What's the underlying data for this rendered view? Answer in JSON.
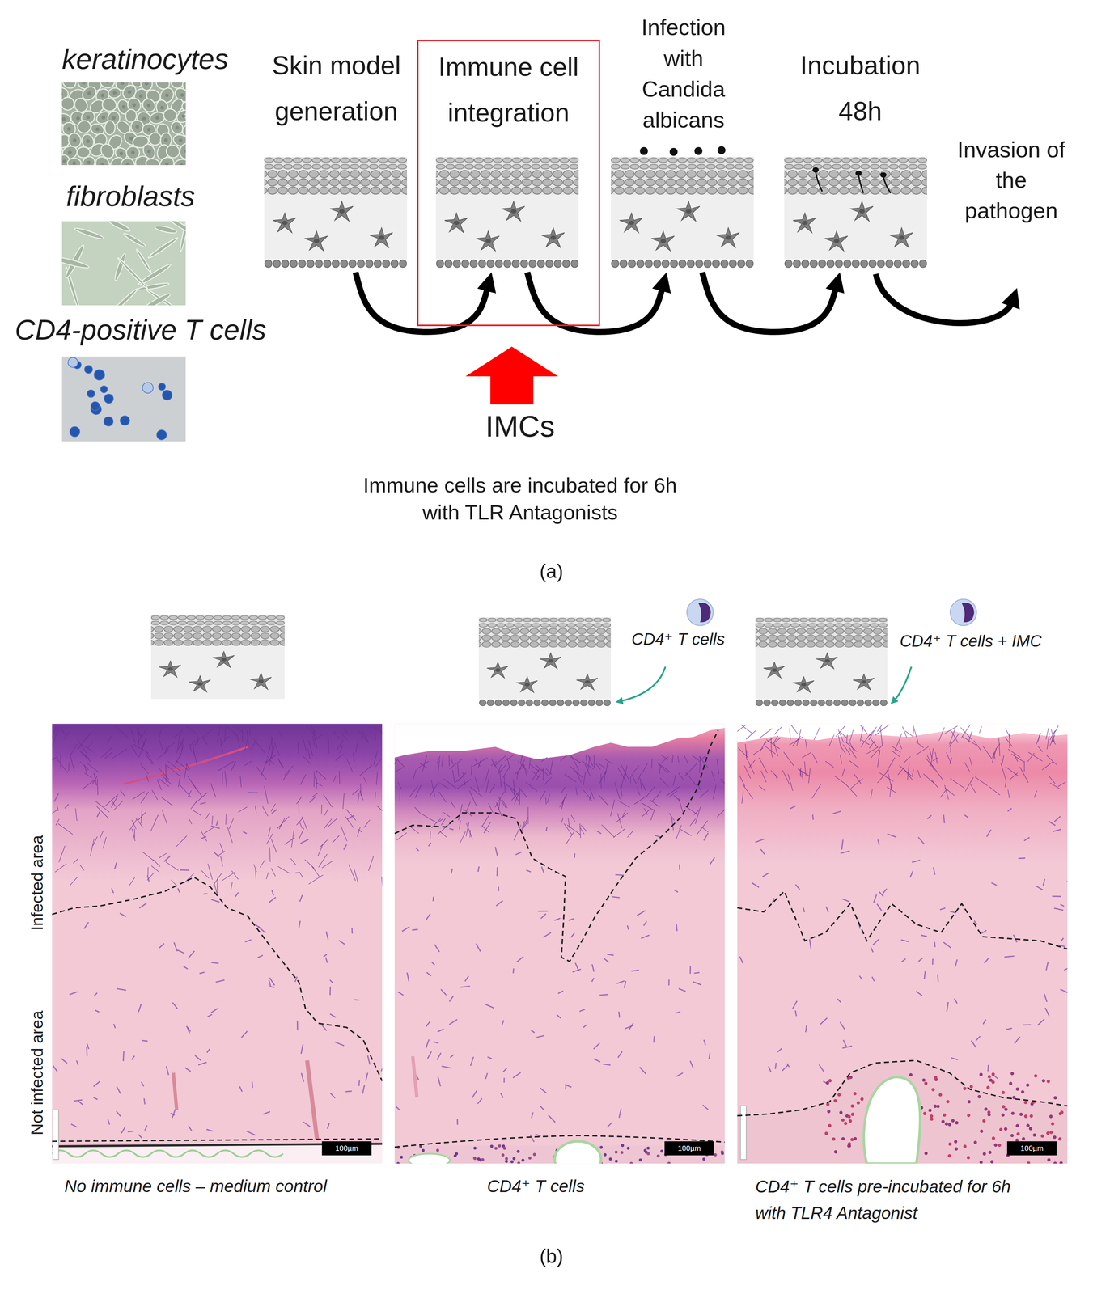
{
  "diagram": {
    "nodes": [
      {
        "text": [
          "keratinocytes"
        ]
      },
      {
        "text": [
          "fibroblasts"
        ]
      },
      {
        "text": [
          "CD4-positive T cells"
        ]
      },
      {
        "text": [
          "Skin model generation"
        ]
      },
      {
        "text": [
          "Immune cell integration"
        ]
      },
      {
        "text": [
          "Infection with Candida albicans"
        ]
      },
      {
        "text": [
          "Incubation 48h"
        ]
      },
      {
        "text": [
          "No immune cells – medium control"
        ]
      },
      {
        "text": [
          "CD4⁺ T cells"
        ]
      },
      {
        "text": [
          "CD4⁺ T cells pre-incubated for 6h with TLR4 Antagonist"
        ]
      }
    ],
    "edges": [
      {
        "from": 3,
        "to": 4,
        "arrow": "to"
      },
      {
        "from": 4,
        "to": 5,
        "arrow": "to"
      },
      {
        "from": 5,
        "to": 6,
        "arrow": "to"
      }
    ],
    "labels": [
      "Invasion of the pathogen",
      "IMCs",
      "Immune cells are incubated for 6h with TLR Antagonists",
      "(a)",
      "CD4⁺ T cells",
      "CD4⁺ T cells + IMC",
      "Infected area",
      "Not infected area",
      "100µm",
      "100µm",
      "100µm",
      "(b)"
    ]
  }
}
